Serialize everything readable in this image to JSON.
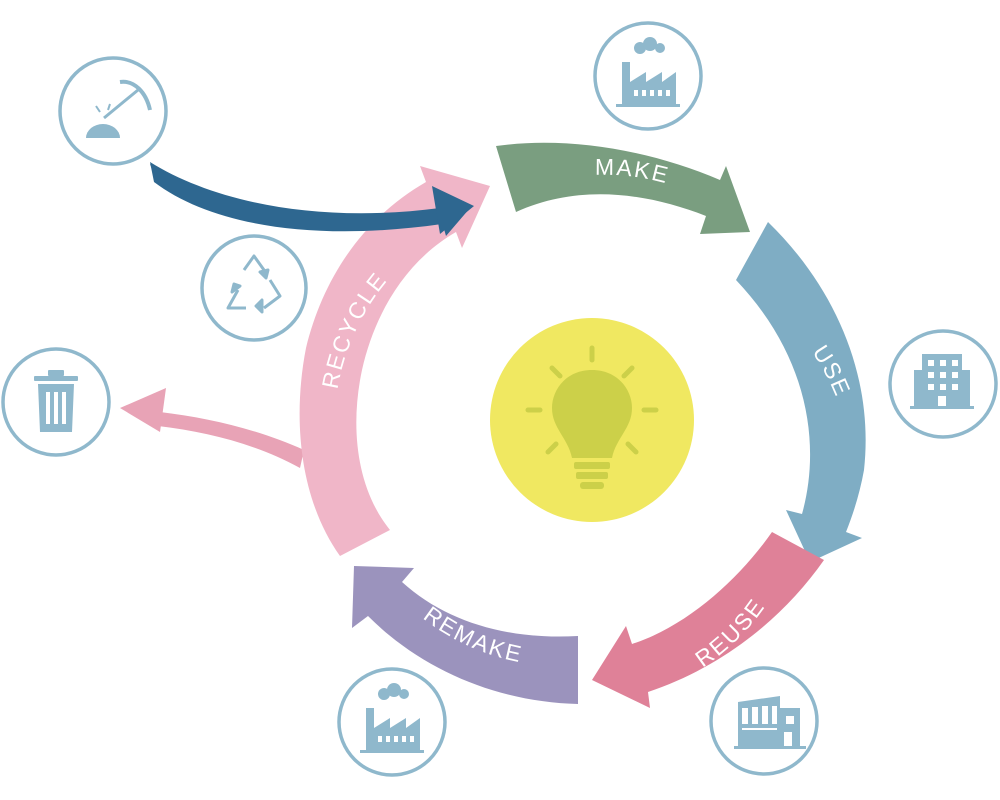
{
  "diagram": {
    "segments": [
      {
        "id": "make",
        "label": "MAKE",
        "color": "#7a9e80"
      },
      {
        "id": "use",
        "label": "USE",
        "color": "#7fadc4"
      },
      {
        "id": "reuse",
        "label": "REUSE",
        "color": "#df8198"
      },
      {
        "id": "remake",
        "label": "REMAKE",
        "color": "#9b93bd"
      },
      {
        "id": "recycle",
        "label": "RECYCLE",
        "color": "#f0b6c8"
      }
    ],
    "center": {
      "icon": "lightbulb-icon",
      "color": "#f0e861",
      "bulb_color": "#ccd049"
    },
    "input_arrow": {
      "color": "#2e6790"
    },
    "output_arrow": {
      "color": "#e8a3b6"
    },
    "icons": [
      {
        "id": "mining",
        "icon": "pickaxe-icon"
      },
      {
        "id": "factory-make",
        "icon": "factory-icon"
      },
      {
        "id": "recycle",
        "icon": "recycle-icon"
      },
      {
        "id": "trash",
        "icon": "trash-can-icon"
      },
      {
        "id": "building-use",
        "icon": "office-building-icon"
      },
      {
        "id": "building-reuse",
        "icon": "warehouse-icon"
      },
      {
        "id": "factory-remake",
        "icon": "factory-icon"
      }
    ],
    "icon_stroke": "#8fb8cc",
    "icon_fill": "#8fb8cc"
  }
}
